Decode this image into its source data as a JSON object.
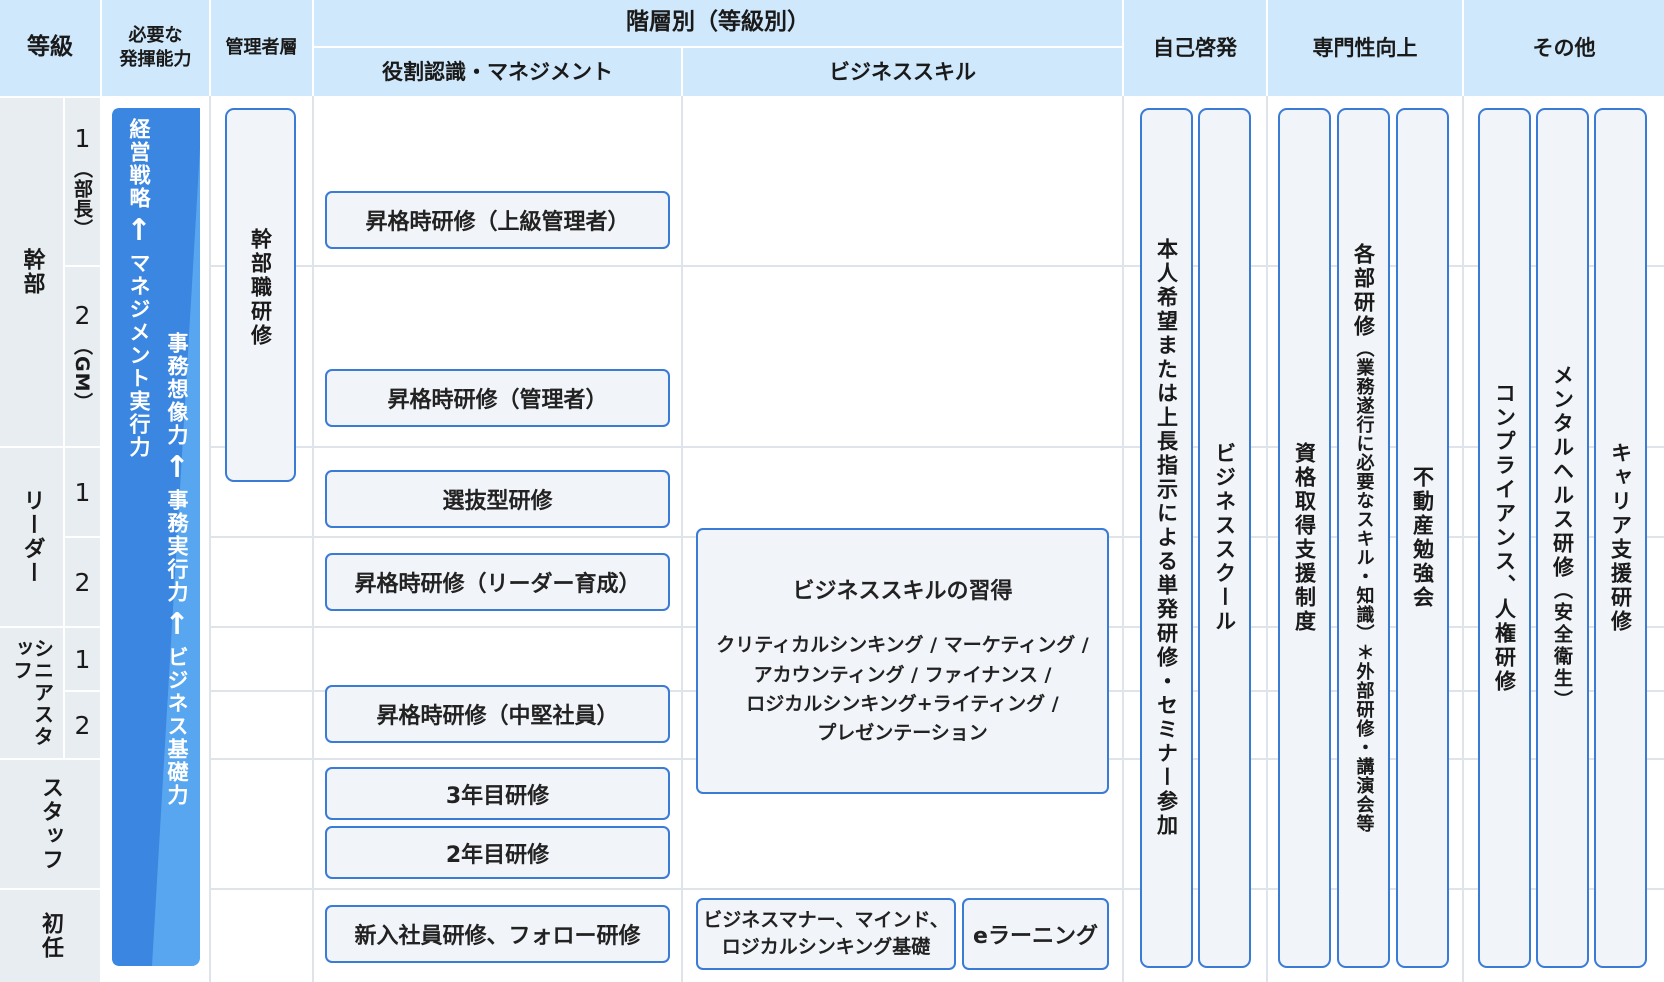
{
  "headers": {
    "grade": "等級",
    "ability": "必要な\n発揮能力",
    "mgmt_layer": "管理者層",
    "hierarchy": "階層別（等級別）",
    "role": "役割認識・マネジメント",
    "bizskill": "ビジネススキル",
    "selfdev": "自己啓発",
    "specialty": "専門性向上",
    "other": "その他"
  },
  "grades": {
    "kanbu": "幹部",
    "kanbu_1": "1",
    "kanbu_1_sub": "（部長）",
    "kanbu_2": "2",
    "kanbu_2_sub": "（GM）",
    "leader": "リーダー",
    "leader_1": "1",
    "leader_2": "2",
    "senior": "シニアスタッフ",
    "senior_1": "1",
    "senior_2": "2",
    "staff": "スタッフ",
    "shonin": "初任"
  },
  "abilities": {
    "col1_top": "経営戦略",
    "col1_arrow": "↑",
    "col1_bottom": "マネジメント実行力",
    "col2_top": "事務想像力",
    "col2_arrow1": "↑",
    "col2_mid": "事務実行力",
    "col2_arrow2": "↑",
    "col2_bottom": "ビジネス基礎力"
  },
  "mgmt_training": "幹部職研修",
  "role_trainings": {
    "senior_mgr": "昇格時研修（上級管理者）",
    "mgr": "昇格時研修（管理者）",
    "selective": "選抜型研修",
    "leader": "昇格時研修（リーダー育成）",
    "mid": "昇格時研修（中堅社員）",
    "year3": "3年目研修",
    "year2": "2年目研修",
    "newhire": "新入社員研修、フォロー研修"
  },
  "biz_skills": {
    "title": "ビジネススキルの習得",
    "lines": [
      "クリティカルシンキング / マーケティング /",
      "アカウンティング / ファイナンス /",
      "ロジカルシンキング+ライティング /",
      "プレゼンテーション"
    ],
    "manner_line1": "ビジネスマナー、マインド、",
    "manner_line2": "ロジカルシンキング基礎",
    "elearning": "eラーニング"
  },
  "self_dev": {
    "v1": "本人希望または上長指示による単発研修・セミナー参加",
    "v2": "ビジネススクール"
  },
  "specialty": {
    "v1": "資格取得支援制度",
    "v2_main": "各部研修",
    "v2_sub": "（業務遂行に必要なスキル・知識）＊外部研修・講演会等",
    "v3": "不動産勉強会"
  },
  "other": {
    "v1": "コンプライアンス、人権研修",
    "v2_main": "メンタルヘルス研修",
    "v2_sub": "（安全衛生）",
    "v3": "キャリア支援研修"
  },
  "colors": {
    "header_bg": "#cfe8fb",
    "grade_bg": "#e8edf2",
    "box_border": "#3a7bd5",
    "box_bg": "#f1f4f8",
    "ability_blue": "#3a86e0"
  }
}
